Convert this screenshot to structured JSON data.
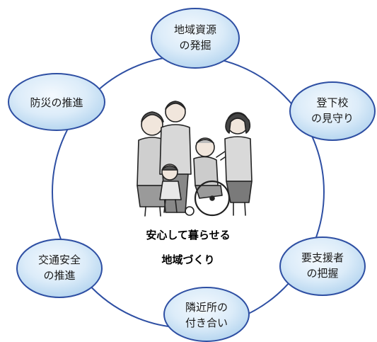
{
  "colors": {
    "ring": "#2e4fa3",
    "node_fill_light": "#e8f3fc",
    "node_fill_dark": "#b9d9f2",
    "node_stroke": "#2e4fa3"
  },
  "center": {
    "line1": "安心して暮らせる",
    "line2": "地域づくり",
    "illustration_icon": "family-with-wheelchair-illustration"
  },
  "nodes": [
    {
      "line1": "地域資源",
      "line2": "の発掘"
    },
    {
      "line1": "登下校",
      "line2": "の見守り"
    },
    {
      "line1": "要支援者",
      "line2": "の把握"
    },
    {
      "line1": "隣近所の",
      "line2": "付き合い"
    },
    {
      "line1": "交通安全",
      "line2": "の推進"
    },
    {
      "line1": "防災の推進",
      "line2": ""
    }
  ]
}
